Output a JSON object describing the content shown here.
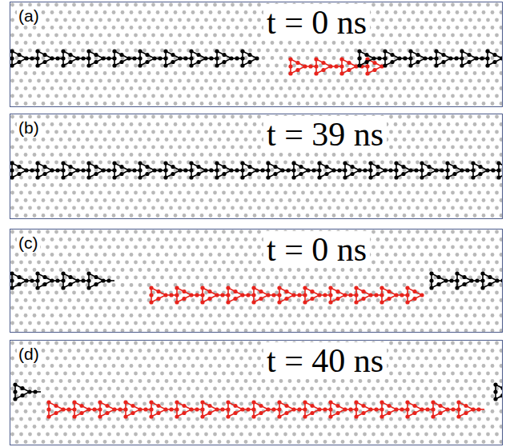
{
  "diagram": {
    "nodes": [
      {
        "text": [
          "(a)",
          "t = 0 ns"
        ]
      },
      {
        "text": [
          "(b)",
          "t = 39 ns"
        ]
      },
      {
        "text": [
          "(c)",
          "t = 0 ns"
        ]
      },
      {
        "text": [
          "(d)",
          "t = 40 ns"
        ]
      }
    ]
  }
}
